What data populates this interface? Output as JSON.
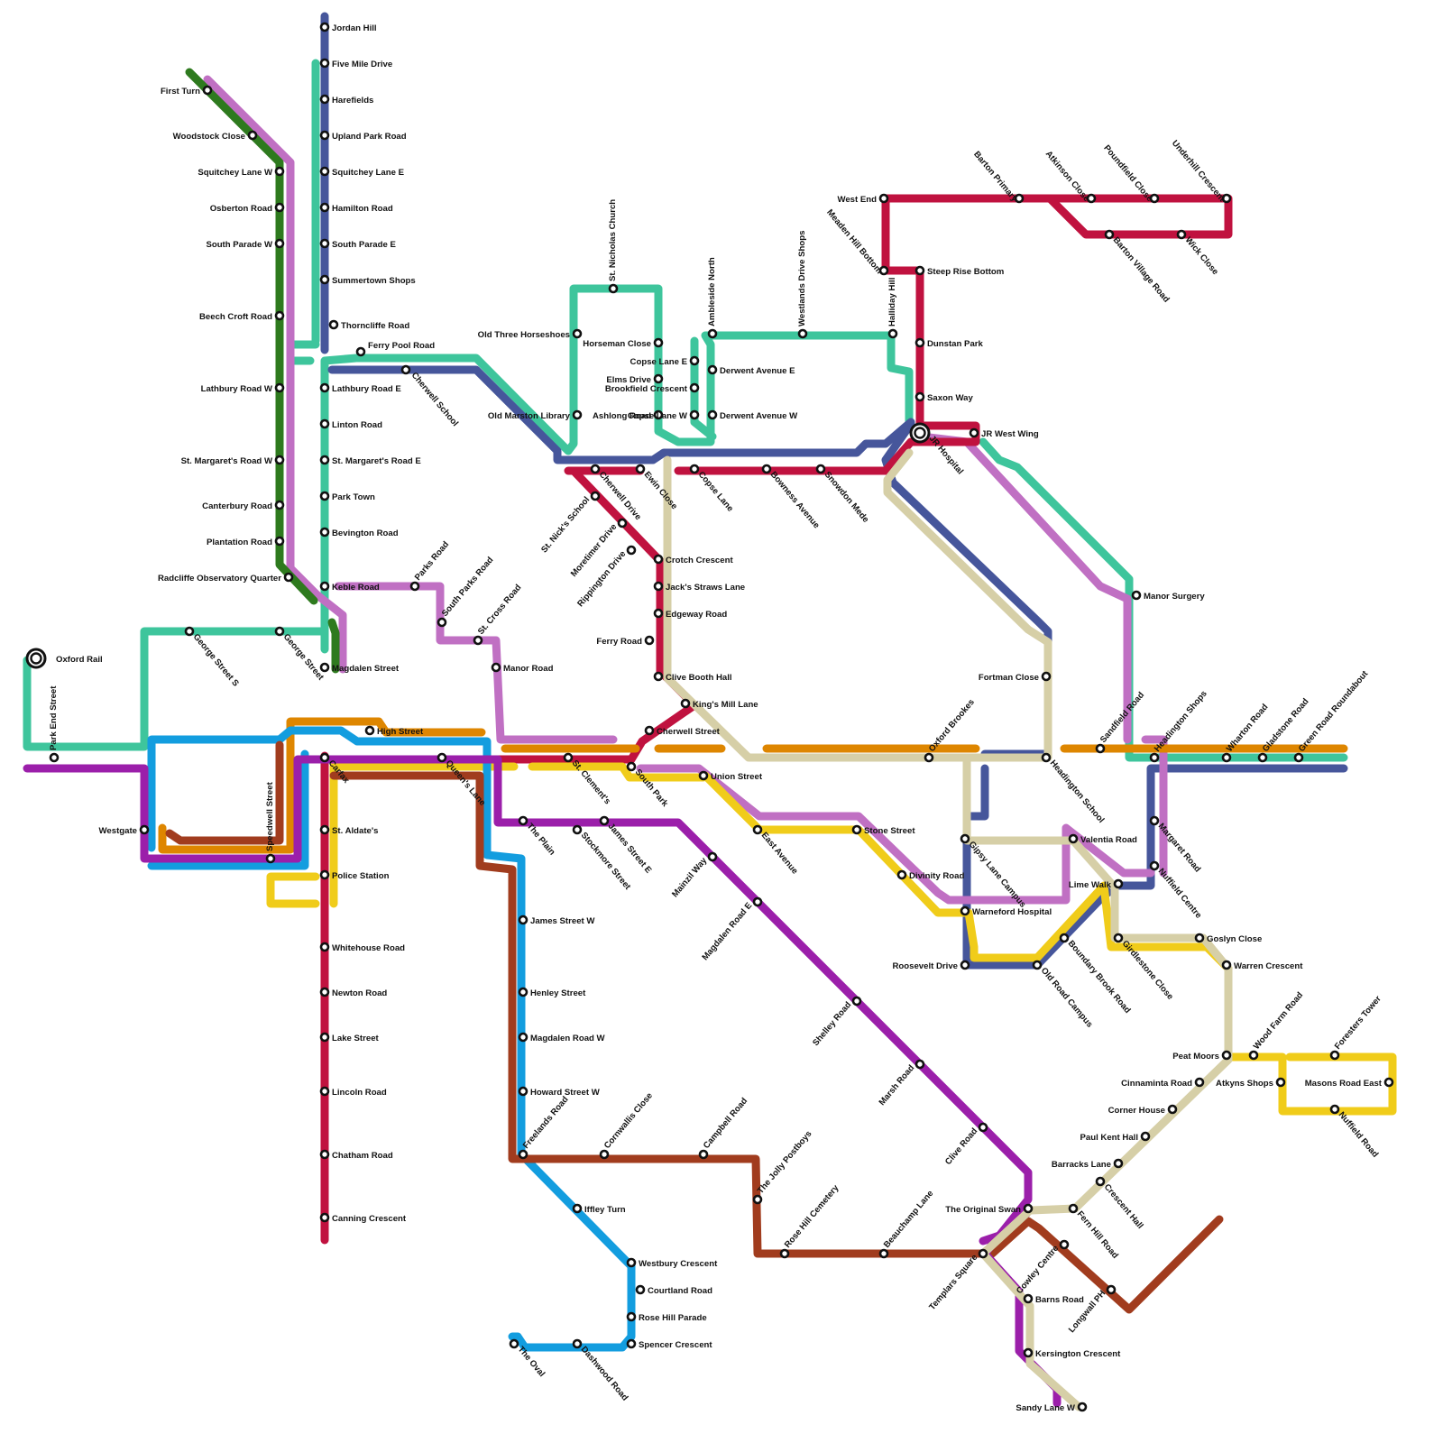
{
  "map": {
    "background": "#ffffff"
  },
  "colors": {
    "teal": "#3ec59c",
    "navy": "#46569b",
    "pink": "#c070c3",
    "darkgreen": "#2e7a1e",
    "crimson": "#c0123f",
    "orange": "#de8600",
    "yellow": "#f0cc1a",
    "blue": "#139ddf",
    "brown": "#a13c1e",
    "purple": "#9b1faa",
    "beige": "#d6cfa7"
  },
  "hubs": [
    "Oxford Rail",
    "JR Hospital"
  ],
  "stations": [
    "Jordan Hill",
    "Five Mile Drive",
    "Harefields",
    "Upland Park Road",
    "Squitchey Lane E",
    "Hamilton Road",
    "South Parade E",
    "Summertown Shops",
    "Thorncliffe Road",
    "Ferry Pool Road",
    "Lathbury Road E",
    "Cherwell School",
    "Linton Road",
    "St. Margaret's Road E",
    "Park Town",
    "Bevington Road",
    "Keble Road",
    "Parks Road",
    "South Parks Road",
    "St. Cross Road",
    "Manor Road",
    "Magdalen Street",
    "George Street",
    "George Street S",
    "Oxford Rail",
    "Park End Street",
    "Westgate",
    "Speedwell Street",
    "High Street",
    "Carfax",
    "Queen's Lane",
    "St. Aldate's",
    "Police Station",
    "Whitehouse Road",
    "Newton Road",
    "Lake Street",
    "Lincoln Road",
    "Chatham Road",
    "Canning Crescent",
    "First Turn",
    "Woodstock Close",
    "Squitchey Lane W",
    "Osberton Road",
    "South Parade W",
    "Beech Croft Road",
    "Lathbury Road W",
    "St. Margaret's Road W",
    "Canterbury Road",
    "Plantation Road",
    "Radcliffe Observatory Quarter",
    "St. Clement's",
    "The Plain",
    "Stockmore Street",
    "James Street E",
    "James Street W",
    "Henley Street",
    "Magdalen Road W",
    "Howard Street W",
    "Freelands Road",
    "Cornwallis Close",
    "Iffley Turn",
    "Westbury Crescent",
    "Courtland Road",
    "Rose Hill Parade",
    "Spencer Crescent",
    "Dashwood Road",
    "The Oval",
    "Campbell Road",
    "The Jolly Postboys",
    "Rose Hill Cemetery",
    "Beauchamp Lane",
    "Templars Square",
    "Cowley Centre",
    "Barns Road",
    "Kersington Crescent",
    "Sandy Lane W",
    "The Original Swan",
    "Fern Hill Road",
    "Longwall PH",
    "Crescent Hall",
    "Barracks Lane",
    "Paul Kent Hall",
    "Corner House",
    "Cinnaminta Road",
    "Peat Moors",
    "Wood Farm Road",
    "Atkyns Shops",
    "Foresters Tower",
    "Masons Road East",
    "Nuffield Road",
    "Goslyn Close",
    "Warren Crescent",
    "Girdlestone Close",
    "Lime Walk",
    "Nuffield Centre",
    "Margaret Road",
    "Headington Shops",
    "Wharton Road",
    "Gladstone Road",
    "Green Road Roundabout",
    "Sandfield Road",
    "Manor Surgery",
    "Headington School",
    "Fortman Close",
    "Oxford Brookes",
    "Valentia Road",
    "Boundary Brook Road",
    "Old Road Campus",
    "Roosevelt Drive",
    "Warneford Hospital",
    "Gipsy Lane Campus",
    "Divinity Road",
    "Stone Street",
    "East Avenue",
    "Union Street",
    "South Park",
    "Magdalen Road E",
    "Mainzil Way",
    "Shelley Road",
    "Marsh Road",
    "Clive Road",
    "JR Hospital",
    "JR West Wing",
    "Saxon Way",
    "Dunstan Park",
    "Steep Rise Bottom",
    "Meaden Hill Bottom",
    "West End",
    "Barton Primary",
    "Atkinson Close",
    "Poundfield Close",
    "Underhill Crescent",
    "Barton Village Road",
    "Wick Close",
    "Halliday Hill",
    "Westlands Drive Shops",
    "Derwent Avenue E",
    "Derwent Avenue W",
    "Ambleside North",
    "Copse Lane E",
    "Elms Drive",
    "Brookfield Crescent",
    "Copse Lane W",
    "Ashlong Road",
    "Horseman Close",
    "St. Nicholas Church",
    "Old Three Horseshoes",
    "Old Marston Library",
    "Cherwell Drive",
    "St. Nick's School",
    "Moretimer Drive",
    "Rippington Drive",
    "Crotch Crescent",
    "Jack's Straws Lane",
    "Edgeway Road",
    "Ferry Road",
    "Clive Booth Hall",
    "King's Mill Lane",
    "Cherwell Street",
    "Ewin Close",
    "Copse Lane",
    "Bowness Avenue",
    "Snowdon Mede"
  ]
}
